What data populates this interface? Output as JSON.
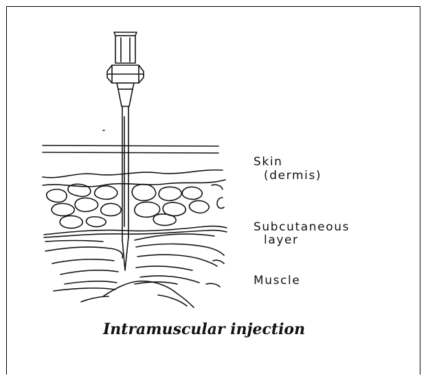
{
  "labels": {
    "skin": "Skin",
    "dermis": "(dermis)",
    "subcutaneous": "Subcutaneous",
    "layer": "layer",
    "muscle": "Muscle"
  },
  "caption": "Intramuscular injection",
  "colors": {
    "ink": "#111111",
    "background": "#ffffff"
  }
}
